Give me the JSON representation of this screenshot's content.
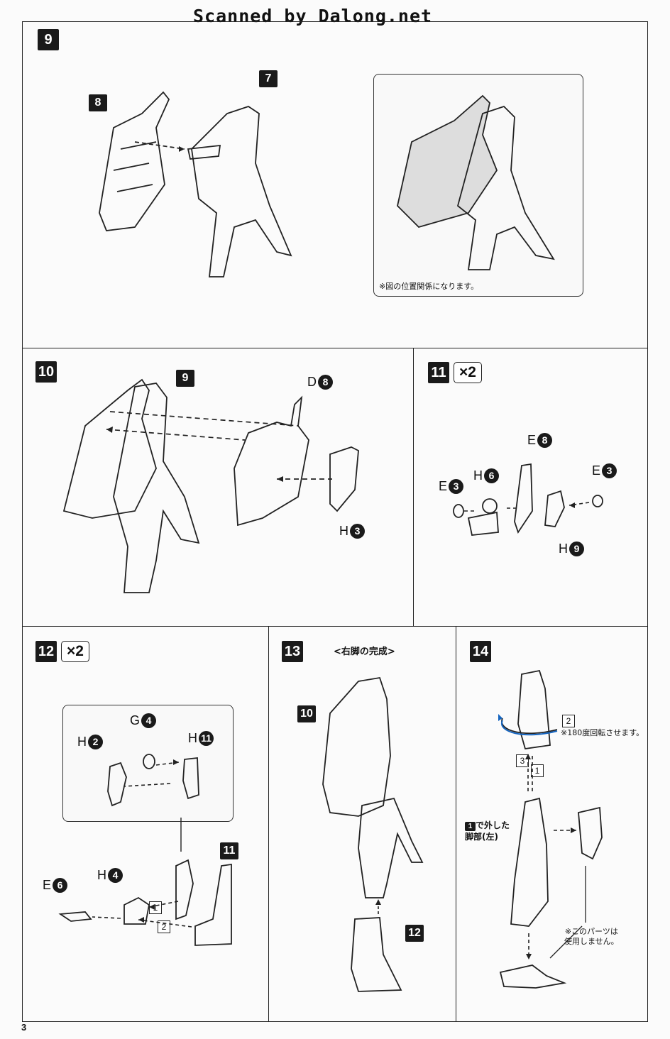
{
  "watermark": "Scanned by Dalong.net",
  "page_number": "3",
  "steps": {
    "s9": {
      "number": "9",
      "callouts": [
        "8",
        "7"
      ],
      "note": "※図の位置関係になります。"
    },
    "s10": {
      "number": "10",
      "callout": "9",
      "parts": [
        {
          "letter": "D",
          "num": "8"
        },
        {
          "letter": "H",
          "num": "3"
        }
      ]
    },
    "s11": {
      "number": "11",
      "multiplier": "×2",
      "parts": [
        {
          "letter": "E",
          "num": "8"
        },
        {
          "letter": "H",
          "num": "6"
        },
        {
          "letter": "E",
          "num": "3"
        },
        {
          "letter": "E",
          "num": "3"
        },
        {
          "letter": "H",
          "num": "9"
        }
      ]
    },
    "s12": {
      "number": "12",
      "multiplier": "×2",
      "callout": "11",
      "parts": [
        {
          "letter": "G",
          "num": "4"
        },
        {
          "letter": "H",
          "num": "2"
        },
        {
          "letter": "H",
          "num": "11"
        },
        {
          "letter": "H",
          "num": "4"
        },
        {
          "letter": "E",
          "num": "6"
        }
      ],
      "order": [
        "1",
        "2"
      ]
    },
    "s13": {
      "number": "13",
      "heading": "<右脚の完成>",
      "callouts": [
        "10",
        "12"
      ]
    },
    "s14": {
      "number": "14",
      "rotate_order": "2",
      "rotate_note": "※180度回転させます。",
      "order": [
        "3",
        "1"
      ],
      "left_leg_ref": "1",
      "left_leg_note_a": "で外した",
      "left_leg_note_b": "脚部(左)",
      "unused_note_a": "※このパーツは",
      "unused_note_b": "使用しません。"
    }
  }
}
